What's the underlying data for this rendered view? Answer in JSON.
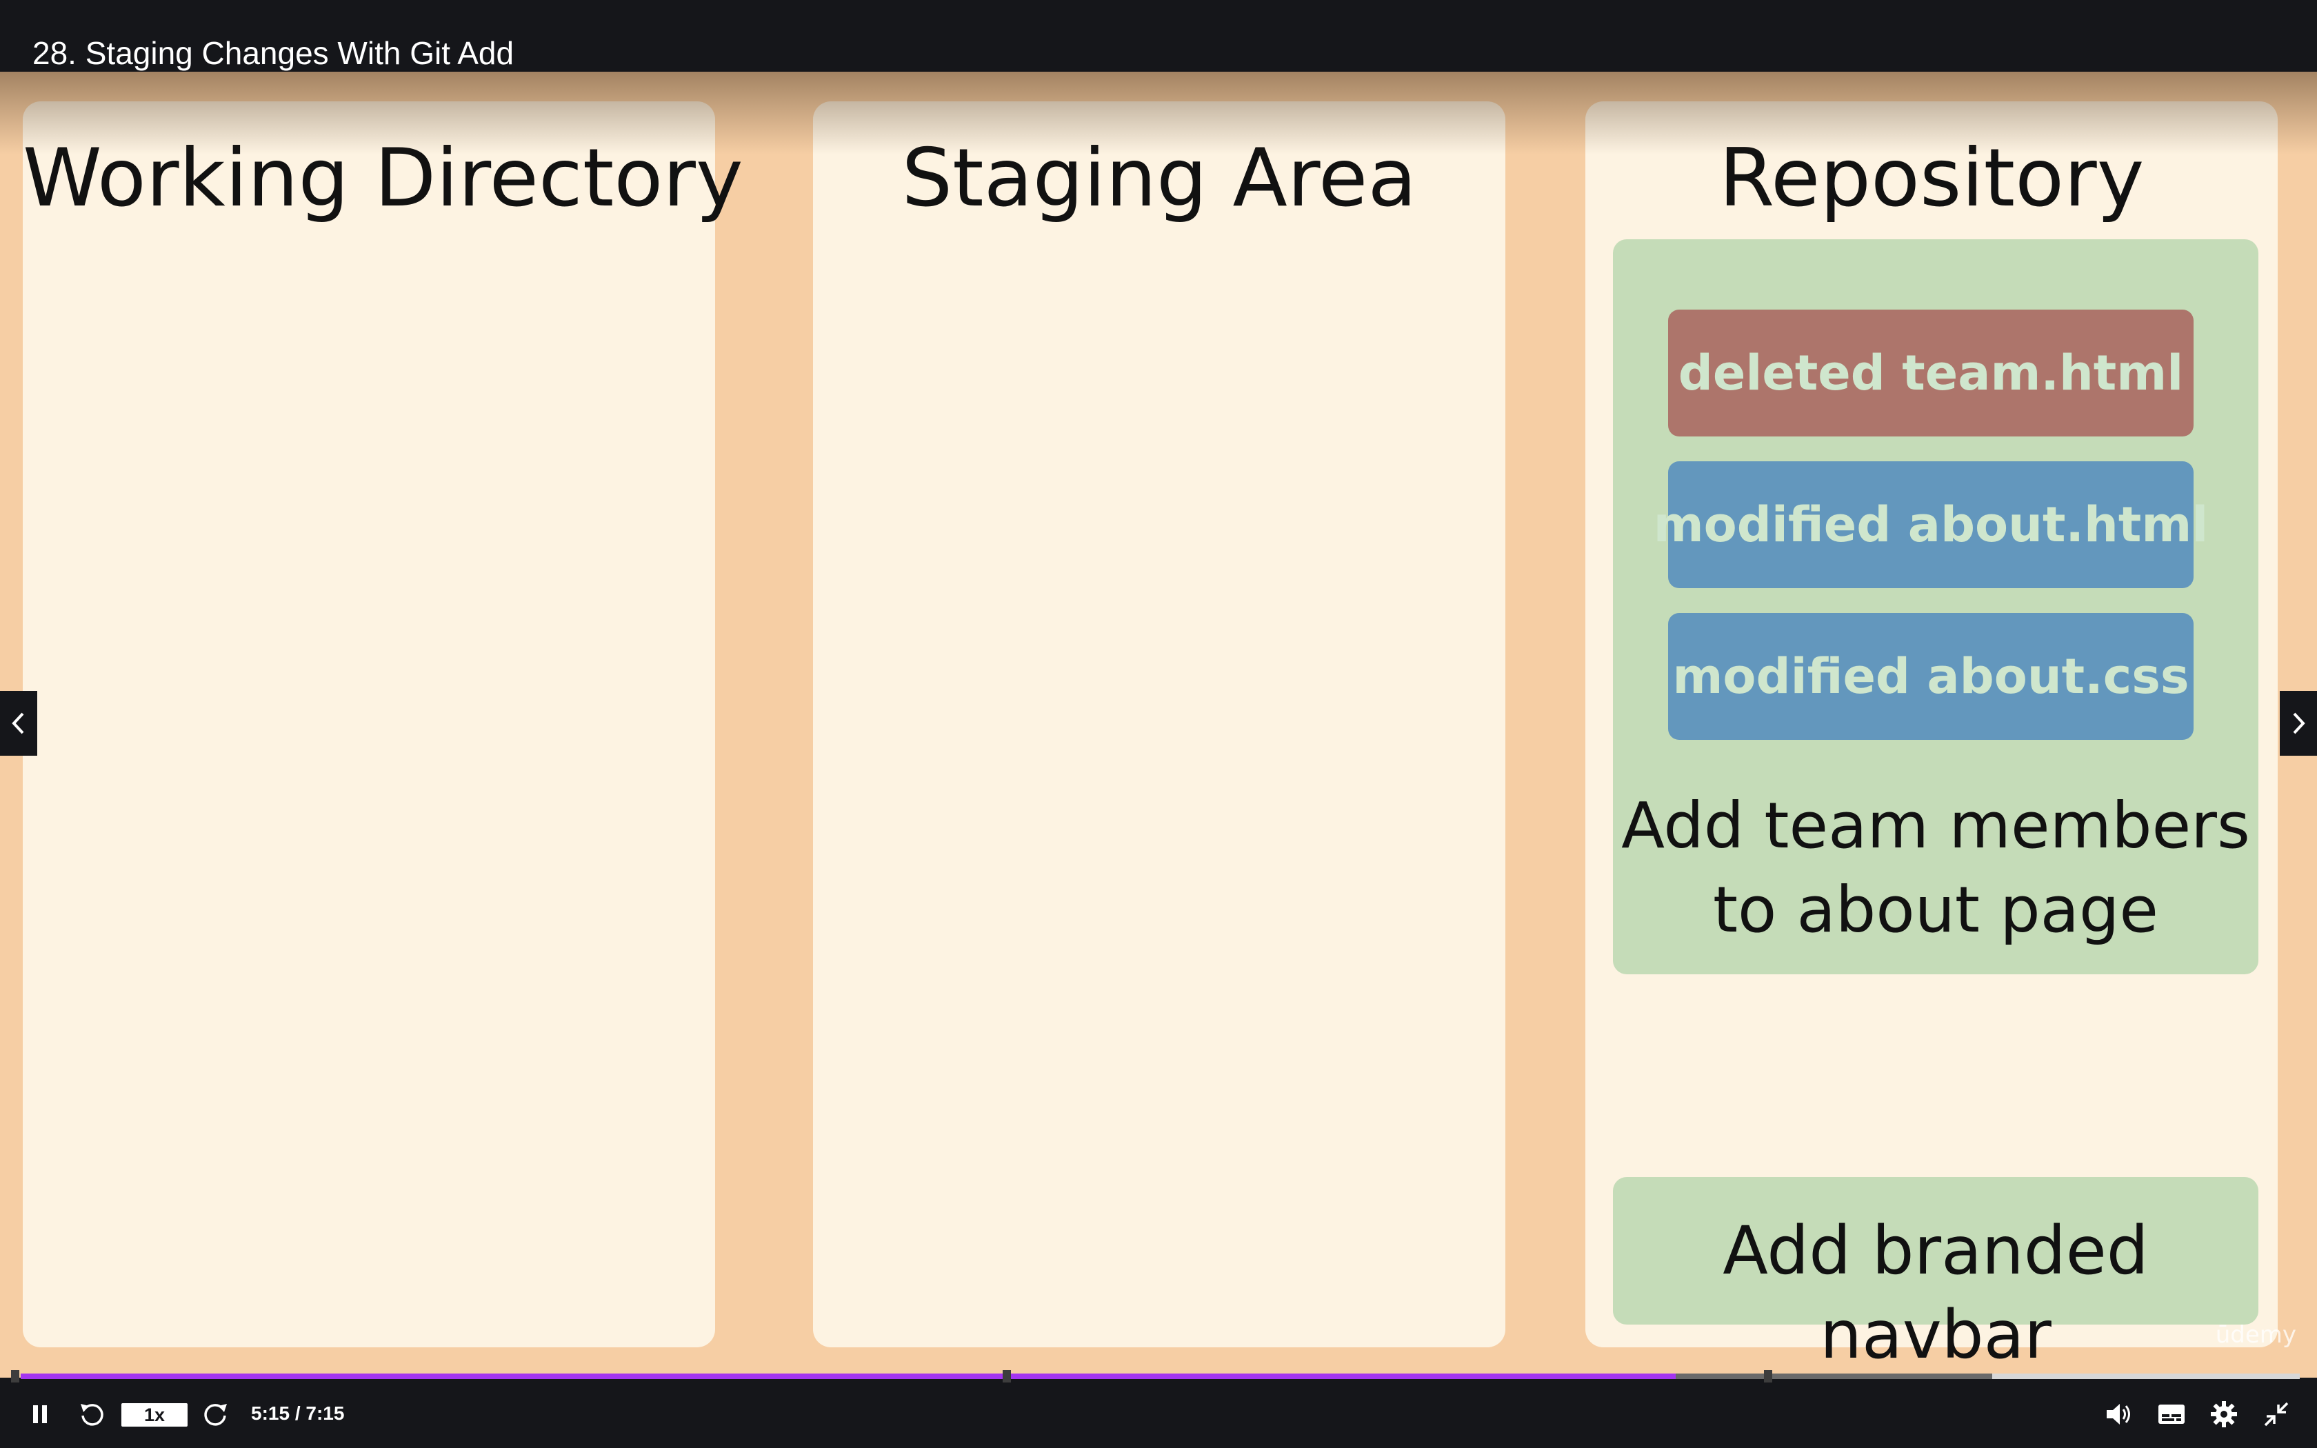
{
  "header": {
    "lecture_title": "28. Staging Changes With Git Add"
  },
  "slide": {
    "panels": [
      {
        "title": "Working Directory"
      },
      {
        "title": "Staging Area"
      },
      {
        "title": "Repository"
      }
    ],
    "repository": {
      "commit_1": {
        "changes": [
          {
            "text": "deleted team.html",
            "color": "#ad756b"
          },
          {
            "text": "modified about.html",
            "color": "#6397bd"
          },
          {
            "text": "modified about.css",
            "color": "#6397bd"
          }
        ],
        "message_line_1": "Add team members",
        "message_line_2": "to about page"
      },
      "commit_2": {
        "message": "Add branded navbar"
      }
    },
    "watermark": "ūdemy"
  },
  "player": {
    "speed": "1x",
    "time": "5:15 / 7:15",
    "progress_fraction": 0.7263,
    "buffered_fraction": 0.865,
    "accent_color": "#a435f0",
    "icons": {
      "play_pause": "pause-icon",
      "rewind": "rewind-5-icon",
      "forward": "forward-5-icon",
      "volume": "volume-icon",
      "captions": "captions-icon",
      "settings": "gear-icon",
      "fullscreen": "exit-fullscreen-icon",
      "prev": "chevron-left-icon",
      "next": "chevron-right-icon"
    }
  }
}
